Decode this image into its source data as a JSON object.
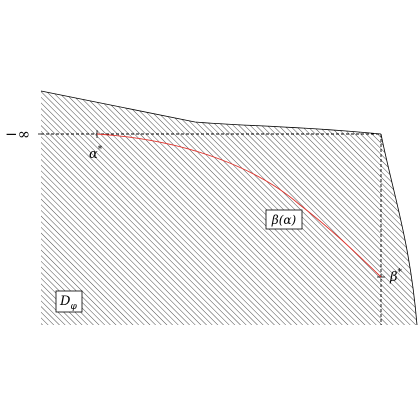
{
  "figure": {
    "labels": {
      "neg_infinity": "−∞",
      "alpha_star": "α",
      "alpha_star_sup": "*",
      "beta_alpha": "β(α)",
      "beta_star": "β",
      "beta_star_sup": "*",
      "domain_D": "D",
      "domain_sub": "φ"
    },
    "colors": {
      "background": "#ffffff",
      "hatch": "#000000",
      "curve": "#e0302a",
      "outline": "#000000",
      "dashed": "#000000"
    }
  }
}
